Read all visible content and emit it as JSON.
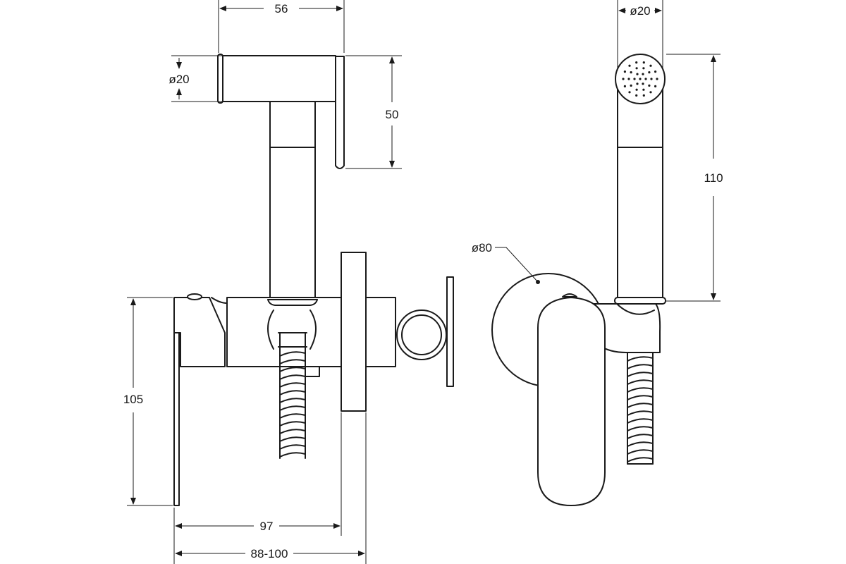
{
  "dimensions": {
    "top_width": "56",
    "head_diameter_left": "ø20",
    "head_to_lever": "50",
    "body_height": "105",
    "depth_97": "97",
    "depth_range": "88-100",
    "head_diameter_right": "ø20",
    "handset_height": "110",
    "plate_diameter": "ø80"
  }
}
